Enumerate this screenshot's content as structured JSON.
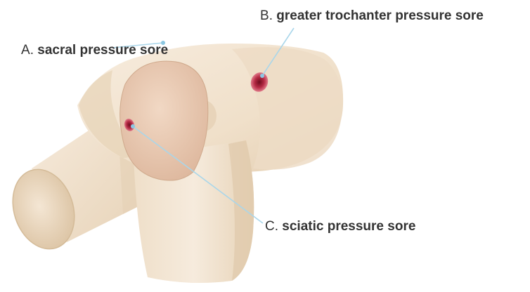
{
  "colors": {
    "skin_main": "#f3e4d0",
    "skin_shadow": "#e2cdb1",
    "skin_dark": "#d2b996",
    "pad": "#ebccb4",
    "pad_shadow": "#d9b49a",
    "sore_outer": "#c0324a",
    "sore_inner": "#7a1022",
    "leader_line": "#a9d6ea",
    "label_text": "#333333"
  },
  "labels": {
    "a": {
      "letter": "A",
      "name": "sacral pressure sore"
    },
    "b": {
      "letter": "B",
      "name": "greater trochanter pressure sore"
    },
    "c": {
      "letter": "C",
      "name": "sciatic pressure sore"
    }
  }
}
